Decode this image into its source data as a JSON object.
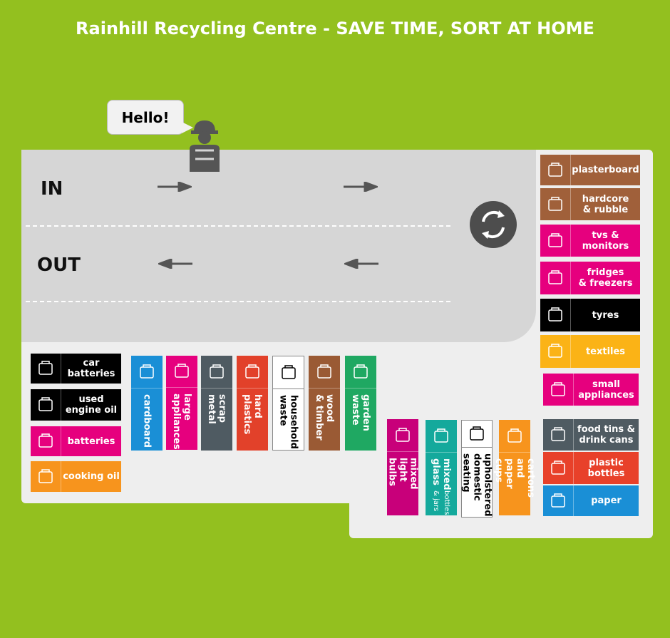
{
  "title": "Rainhill Recycling Centre - SAVE TIME, SORT AT HOME",
  "bubble": "Hello!",
  "lanes": {
    "in": "IN",
    "out": "OUT"
  },
  "colors": {
    "background": "#93c01f",
    "road": "#d6d6d6"
  },
  "tiles": [
    {
      "label": "plasterboard",
      "color": "#a0603a",
      "icon": "plasterboard-icon"
    },
    {
      "label": "hardcore\n& rubble",
      "color": "#a0603a",
      "icon": "rubble-icon"
    },
    {
      "label": "tvs &\nmonitors",
      "color": "#e6007e",
      "icon": "tv-icon"
    },
    {
      "label": "fridges\n& freezers",
      "color": "#e6007e",
      "icon": "fridge-icon"
    },
    {
      "label": "tyres",
      "color": "#000000",
      "icon": "tyre-icon"
    },
    {
      "label": "textiles",
      "color": "#fbb316",
      "icon": "textiles-icon"
    },
    {
      "label": "small\nappliances",
      "color": "#e6007e",
      "icon": "iron-icon"
    },
    {
      "label": "food tins &\ndrink cans",
      "color": "#4f5b62",
      "icon": "cans-icon"
    },
    {
      "label": "plastic bottles",
      "color": "#e8412a",
      "icon": "bottle-icon"
    },
    {
      "label": "paper",
      "color": "#1a8fd6",
      "icon": "paper-icon"
    },
    {
      "label": "car\nbatteries",
      "color": "#000000",
      "icon": "car-battery-icon"
    },
    {
      "label": "used\nengine oil",
      "color": "#000000",
      "icon": "oil-can-icon"
    },
    {
      "label": "batteries",
      "color": "#e6007e",
      "icon": "battery-icon"
    },
    {
      "label": "cooking oil",
      "color": "#f7941d",
      "icon": "cooking-oil-icon"
    },
    {
      "label": "cardboard",
      "color": "#1a8fd6",
      "icon": "box-icon"
    },
    {
      "label": "large\nappliances",
      "color": "#e6007e",
      "icon": "washing-machine-icon"
    },
    {
      "label": "scrap metal",
      "color": "#4f5b62",
      "icon": "bolt-icon"
    },
    {
      "label": "hard plastics",
      "color": "#e2412a",
      "icon": "chair-icon"
    },
    {
      "label": "household\nwaste",
      "color": "#ffffff",
      "icon": "bin-icon"
    },
    {
      "label": "wood\n& timber",
      "color": "#9a5a34",
      "icon": "wood-icon"
    },
    {
      "label": "garden\nwaste",
      "color": "#1fa862",
      "icon": "leaf-icon"
    },
    {
      "label": "mixed light\nbulbs",
      "color": "#c8007a",
      "icon": "bulb-icon"
    },
    {
      "label": "mixed glass",
      "sub": "bottles & jars",
      "color": "#14a99c",
      "icon": "glass-icon"
    },
    {
      "label": "upholstered\ndomestic seating",
      "color": "#ffffff",
      "icon": "sofa-icon"
    },
    {
      "label": "cartons and\npaper cups",
      "color": "#f7941d",
      "icon": "carton-icon"
    }
  ]
}
